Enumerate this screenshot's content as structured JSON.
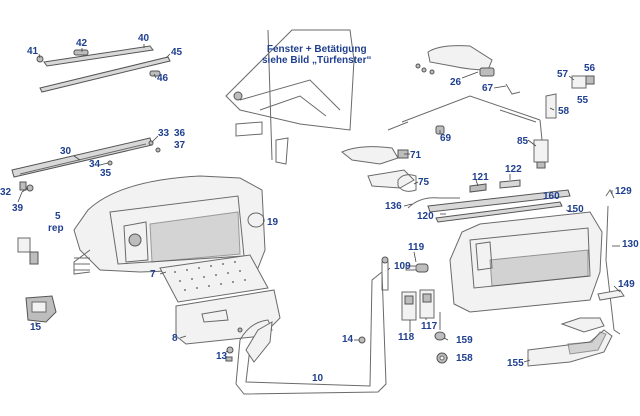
{
  "note": {
    "line1": "Fenster + Betätigung",
    "line2": "siehe Bild „Türfenster“"
  },
  "callouts": [
    {
      "id": "41",
      "label": "41"
    },
    {
      "id": "42",
      "label": "42"
    },
    {
      "id": "40",
      "label": "40"
    },
    {
      "id": "45",
      "label": "45"
    },
    {
      "id": "46",
      "label": "46"
    },
    {
      "id": "30",
      "label": "30"
    },
    {
      "id": "33",
      "label": "33"
    },
    {
      "id": "36",
      "label": "36"
    },
    {
      "id": "37",
      "label": "37"
    },
    {
      "id": "34",
      "label": "34"
    },
    {
      "id": "35",
      "label": "35"
    },
    {
      "id": "32",
      "label": "32"
    },
    {
      "id": "39",
      "label": "39"
    },
    {
      "id": "5",
      "label": "5"
    },
    {
      "id": "rep",
      "label": "rep"
    },
    {
      "id": "19",
      "label": "19"
    },
    {
      "id": "7",
      "label": "7"
    },
    {
      "id": "8",
      "label": "8"
    },
    {
      "id": "15",
      "label": "15"
    },
    {
      "id": "13",
      "label": "13"
    },
    {
      "id": "14",
      "label": "14"
    },
    {
      "id": "10",
      "label": "10"
    },
    {
      "id": "26",
      "label": "26"
    },
    {
      "id": "67",
      "label": "67"
    },
    {
      "id": "57",
      "label": "57"
    },
    {
      "id": "56",
      "label": "56"
    },
    {
      "id": "55",
      "label": "55"
    },
    {
      "id": "58",
      "label": "58"
    },
    {
      "id": "69",
      "label": "69"
    },
    {
      "id": "85",
      "label": "85"
    },
    {
      "id": "71",
      "label": "71"
    },
    {
      "id": "75",
      "label": "75"
    },
    {
      "id": "121",
      "label": "121"
    },
    {
      "id": "122",
      "label": "122"
    },
    {
      "id": "136",
      "label": "136"
    },
    {
      "id": "160",
      "label": "160"
    },
    {
      "id": "120",
      "label": "120"
    },
    {
      "id": "150",
      "label": "150"
    },
    {
      "id": "129",
      "label": "129"
    },
    {
      "id": "130",
      "label": "130"
    },
    {
      "id": "119",
      "label": "119"
    },
    {
      "id": "109",
      "label": "109"
    },
    {
      "id": "149",
      "label": "149"
    },
    {
      "id": "117",
      "label": "117"
    },
    {
      "id": "118",
      "label": "118"
    },
    {
      "id": "159",
      "label": "159"
    },
    {
      "id": "158",
      "label": "158"
    },
    {
      "id": "155",
      "label": "155"
    }
  ],
  "colors": {
    "label": "#1f3f8f",
    "line": "#444444",
    "part": "#6a6a6a"
  }
}
